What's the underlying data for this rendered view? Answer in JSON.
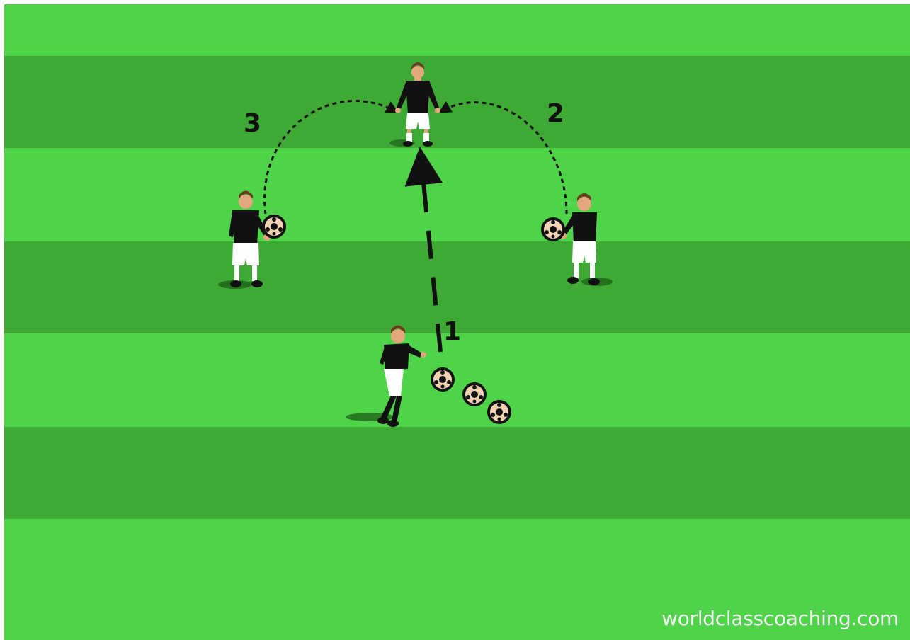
{
  "diagram": {
    "step_labels": [
      "1",
      "2",
      "3"
    ],
    "watermark": "worldclasscoaching.com",
    "players": [
      {
        "role": "receiver"
      },
      {
        "role": "server-left"
      },
      {
        "role": "server-right"
      },
      {
        "role": "passer"
      }
    ],
    "balls": [
      {
        "holder": "server-left"
      },
      {
        "holder": "server-right"
      },
      {
        "holder": "none"
      },
      {
        "holder": "none"
      },
      {
        "holder": "none"
      }
    ],
    "passes": [
      {
        "step": "1",
        "from": "passer",
        "to": "receiver",
        "style": "dashed-long"
      },
      {
        "step": "2",
        "from": "server-right",
        "to": "receiver",
        "style": "dotted-arc"
      },
      {
        "step": "3",
        "from": "server-left",
        "to": "receiver",
        "style": "dotted-arc"
      }
    ]
  },
  "colors": {
    "grass_light": "#4fd349",
    "grass_dark": "#3fa936",
    "shirt": "#111111",
    "shorts": "#ffffff",
    "skin": "#e2a77c",
    "hair": "#6b3a1f",
    "ball": "#f3d2b4"
  }
}
